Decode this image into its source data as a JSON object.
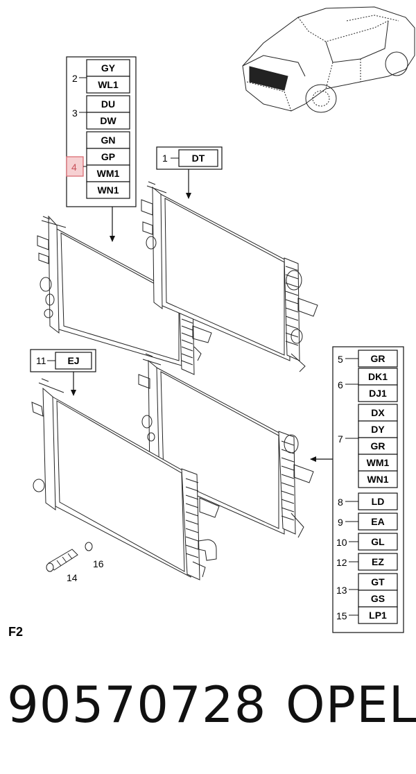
{
  "groups": {
    "g2": {
      "number": "2",
      "codes": [
        "GY",
        "WL1"
      ]
    },
    "g3": {
      "number": "3",
      "codes": [
        "DU",
        "DW"
      ]
    },
    "g4": {
      "number": "4",
      "codes": [
        "GN",
        "GP",
        "WM1",
        "WN1"
      ],
      "highlighted": true
    },
    "g1": {
      "number": "1",
      "codes": [
        "DT"
      ]
    },
    "g11": {
      "number": "11",
      "codes": [
        "EJ"
      ]
    },
    "g5": {
      "number": "5",
      "codes": [
        "GR"
      ]
    },
    "g6": {
      "number": "6",
      "codes": [
        "DK1",
        "DJ1"
      ]
    },
    "g7": {
      "number": "7",
      "codes": [
        "DX",
        "DY",
        "GR",
        "WM1",
        "WN1"
      ]
    },
    "g8": {
      "number": "8",
      "codes": [
        "LD"
      ]
    },
    "g9": {
      "number": "9",
      "codes": [
        "EA"
      ]
    },
    "g10": {
      "number": "10",
      "codes": [
        "GL"
      ]
    },
    "g12": {
      "number": "12",
      "codes": [
        "EZ"
      ]
    },
    "g13": {
      "number": "13",
      "codes": [
        "GT",
        "GS"
      ]
    },
    "g15": {
      "number": "15",
      "codes": [
        "LP1"
      ]
    }
  },
  "labels": {
    "part14": "14",
    "part16": "16",
    "figure": "F2"
  },
  "footer": {
    "part_number": "90570728",
    "brand": "OPEL"
  },
  "colors": {
    "highlight_fill": "#f6d0d2",
    "highlight_stroke": "#d8646c",
    "line": "#111111"
  }
}
